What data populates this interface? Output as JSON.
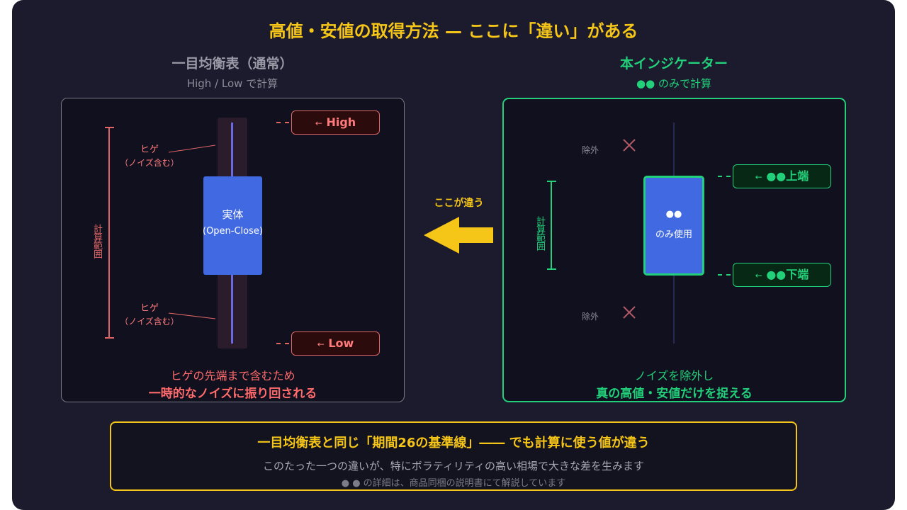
{
  "title": "高値・安値の取得方法 — ここに「違い」がある",
  "left": {
    "heading": "一目均衡表（通常）",
    "subheading": "High / Low で計算",
    "tag_high": "High",
    "tag_low": "Low",
    "arrow": "←",
    "wick_label": "ヒゲ",
    "wick_note": "（ノイズ含む）",
    "body_label": "実体",
    "body_sub": "(Open-Close)",
    "range_label": "計算範囲",
    "caption_1": "ヒゲの先端まで含むため",
    "caption_2": "一時的なノイズに振り回される"
  },
  "center": {
    "label": "ここが違う"
  },
  "right": {
    "heading": "本インジケーター",
    "subheading": "●● のみで計算",
    "tag_top": "●●上端",
    "tag_bottom": "●●下端",
    "arrow": "←",
    "excluded": "除外",
    "body_label": "●●",
    "body_sub": "のみ使用",
    "range_label": "計算範囲",
    "caption_1": "ノイズを除外し",
    "caption_2": "真の高値・安値だけを捉える"
  },
  "bottom": {
    "headline": "一目均衡表と同じ「期間26の基準線」―― でも計算に使う値が違う",
    "line_1": "このたった一つの違いが、特にボラティリティの高い相場で大きな差を生みます",
    "line_2": "● ● の詳細は、商品同梱の説明書にて解説しています"
  },
  "colors": {
    "accent": "#f5c518",
    "red": "#e06666",
    "green": "#22d07a",
    "candle": "#4169e1"
  }
}
